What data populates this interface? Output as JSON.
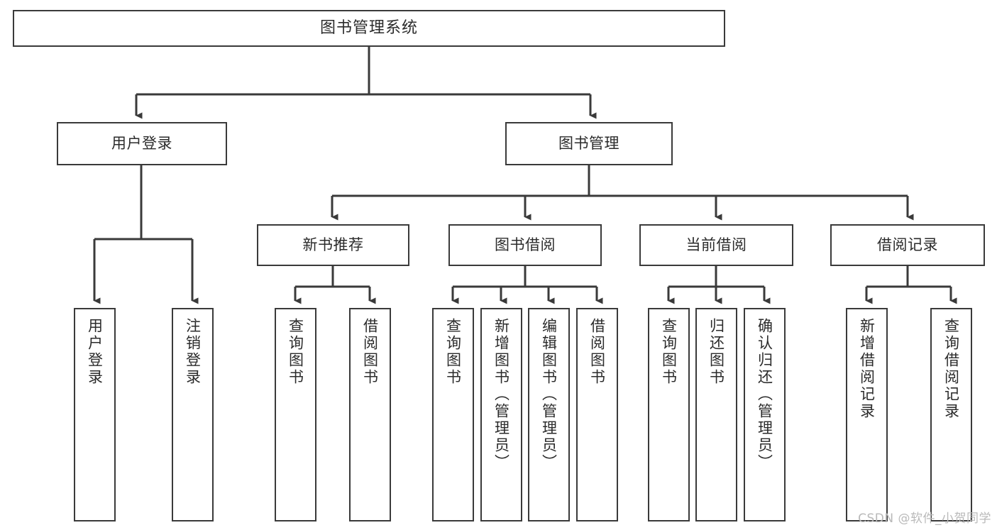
{
  "diagram": {
    "type": "tree",
    "title": "图书管理系统",
    "stroke_color": "#3a3a3a",
    "text_color": "#2b2b2b",
    "fill_color": "#ffffff",
    "root": {
      "label": "图书管理系统"
    },
    "level2": [
      {
        "label": "用户登录"
      },
      {
        "label": "图书管理"
      }
    ],
    "level3": [
      {
        "label": "新书推荐"
      },
      {
        "label": "图书借阅"
      },
      {
        "label": "当前借阅"
      },
      {
        "label": "借阅记录"
      }
    ],
    "leaves": {
      "user_login": [
        {
          "label": "用户登录"
        },
        {
          "label": "注销登录"
        }
      ],
      "new_book": [
        {
          "label": "查询图书"
        },
        {
          "label": "借阅图书"
        }
      ],
      "book_borrow": [
        {
          "label": "查询图书"
        },
        {
          "label": "新增图书（管理员）"
        },
        {
          "label": "编辑图书（管理员）"
        },
        {
          "label": "借阅图书"
        }
      ],
      "current_borrow": [
        {
          "label": "查询图书"
        },
        {
          "label": "归还图书"
        },
        {
          "label": "确认归还（管理员）"
        }
      ],
      "borrow_record": [
        {
          "label": "新增借阅记录"
        },
        {
          "label": "查询借阅记录"
        }
      ]
    }
  },
  "watermark": {
    "text": "CSDN @软件_小贺同学"
  }
}
